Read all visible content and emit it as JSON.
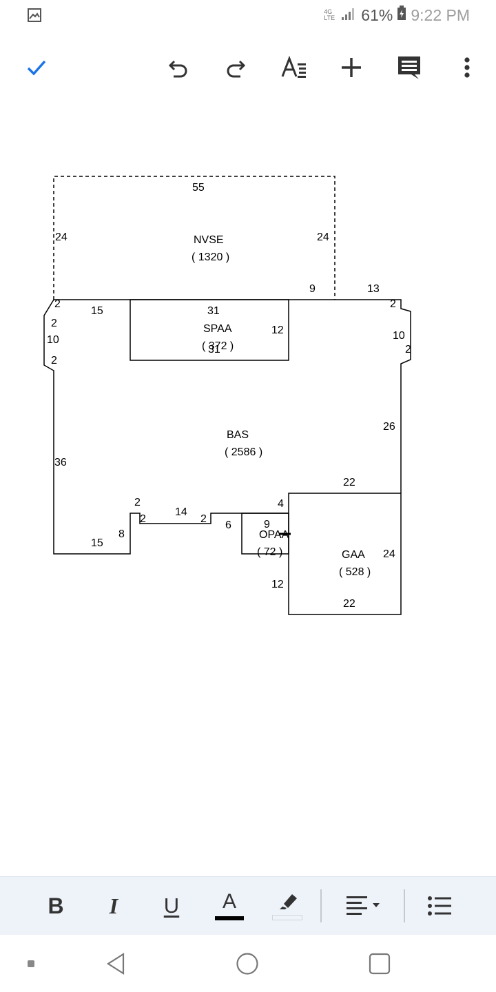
{
  "status_bar": {
    "network": "4G LTE",
    "battery": "61%",
    "time": "9:22 PM",
    "icons": [
      "image-icon",
      "signal-icon",
      "battery-icon"
    ]
  },
  "toolbar": {
    "icons": [
      "checkmark-icon",
      "undo-icon",
      "redo-icon",
      "text-format-icon",
      "add-icon",
      "comment-icon",
      "more-vert-icon"
    ],
    "accent_color": "#1a73e8"
  },
  "sketch": {
    "areas": [
      {
        "code": "NVSE",
        "area": "( 1320 )"
      },
      {
        "code": "SPAA",
        "area": "( 372 )"
      },
      {
        "code": "BAS",
        "area": "( 2586 )"
      },
      {
        "code": "OPAA",
        "area": "( 72 )"
      },
      {
        "code": "GAA",
        "area": "( 528 )"
      }
    ],
    "dimensions": [
      "55",
      "24",
      "24",
      "9",
      "13",
      "2",
      "15",
      "31",
      "12",
      "2",
      "10",
      "2",
      "2",
      "10",
      "2",
      "26",
      "36",
      "22",
      "4",
      "2",
      "14",
      "2",
      "2",
      "6",
      "9",
      "8",
      "15",
      "24",
      "12",
      "22",
      "31"
    ]
  },
  "format_bar": {
    "bold": "B",
    "italic": "I",
    "underline": "U",
    "text_color": "A",
    "text_color_value": "#000000",
    "icons": [
      "highlight-icon",
      "align-icon",
      "bulleted-list-icon"
    ]
  },
  "nav_bar": {
    "icons": [
      "recents-dot-icon",
      "back-icon",
      "home-icon",
      "overview-icon"
    ]
  }
}
